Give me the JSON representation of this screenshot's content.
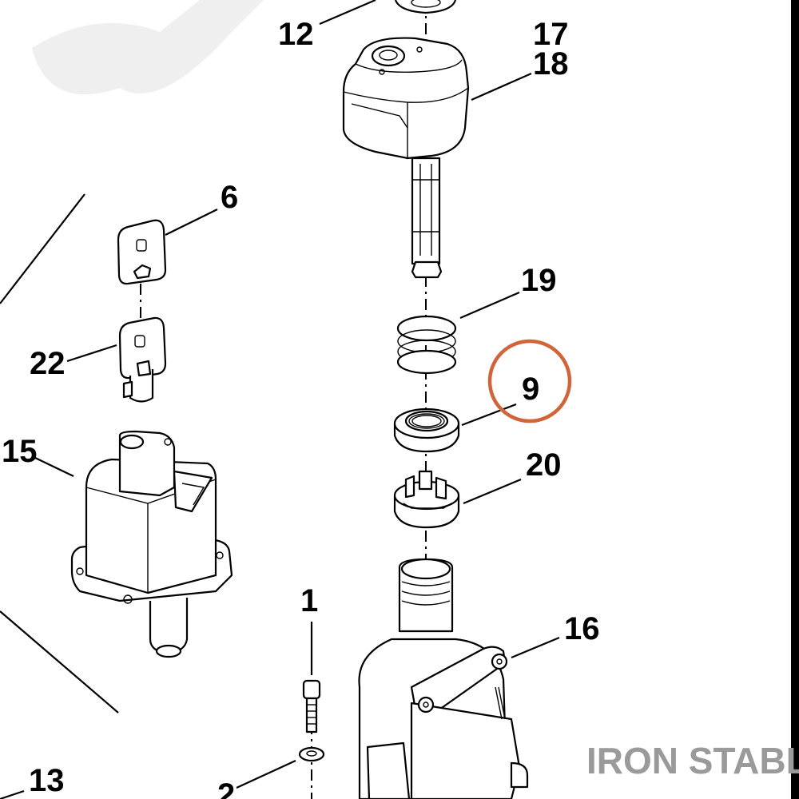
{
  "callouts": {
    "c12": "12",
    "c17": "17",
    "c18": "18",
    "c6": "6",
    "c19": "19",
    "c22": "22",
    "c9": "9",
    "c15": "15",
    "c20": "20",
    "c1": "1",
    "c16": "16",
    "c13": "13",
    "c2": "2"
  },
  "highlight": {
    "callout": "9",
    "color": "#d0643a"
  },
  "watermark": {
    "text": "IRON STABLE",
    "color": "#9a9a9a"
  }
}
